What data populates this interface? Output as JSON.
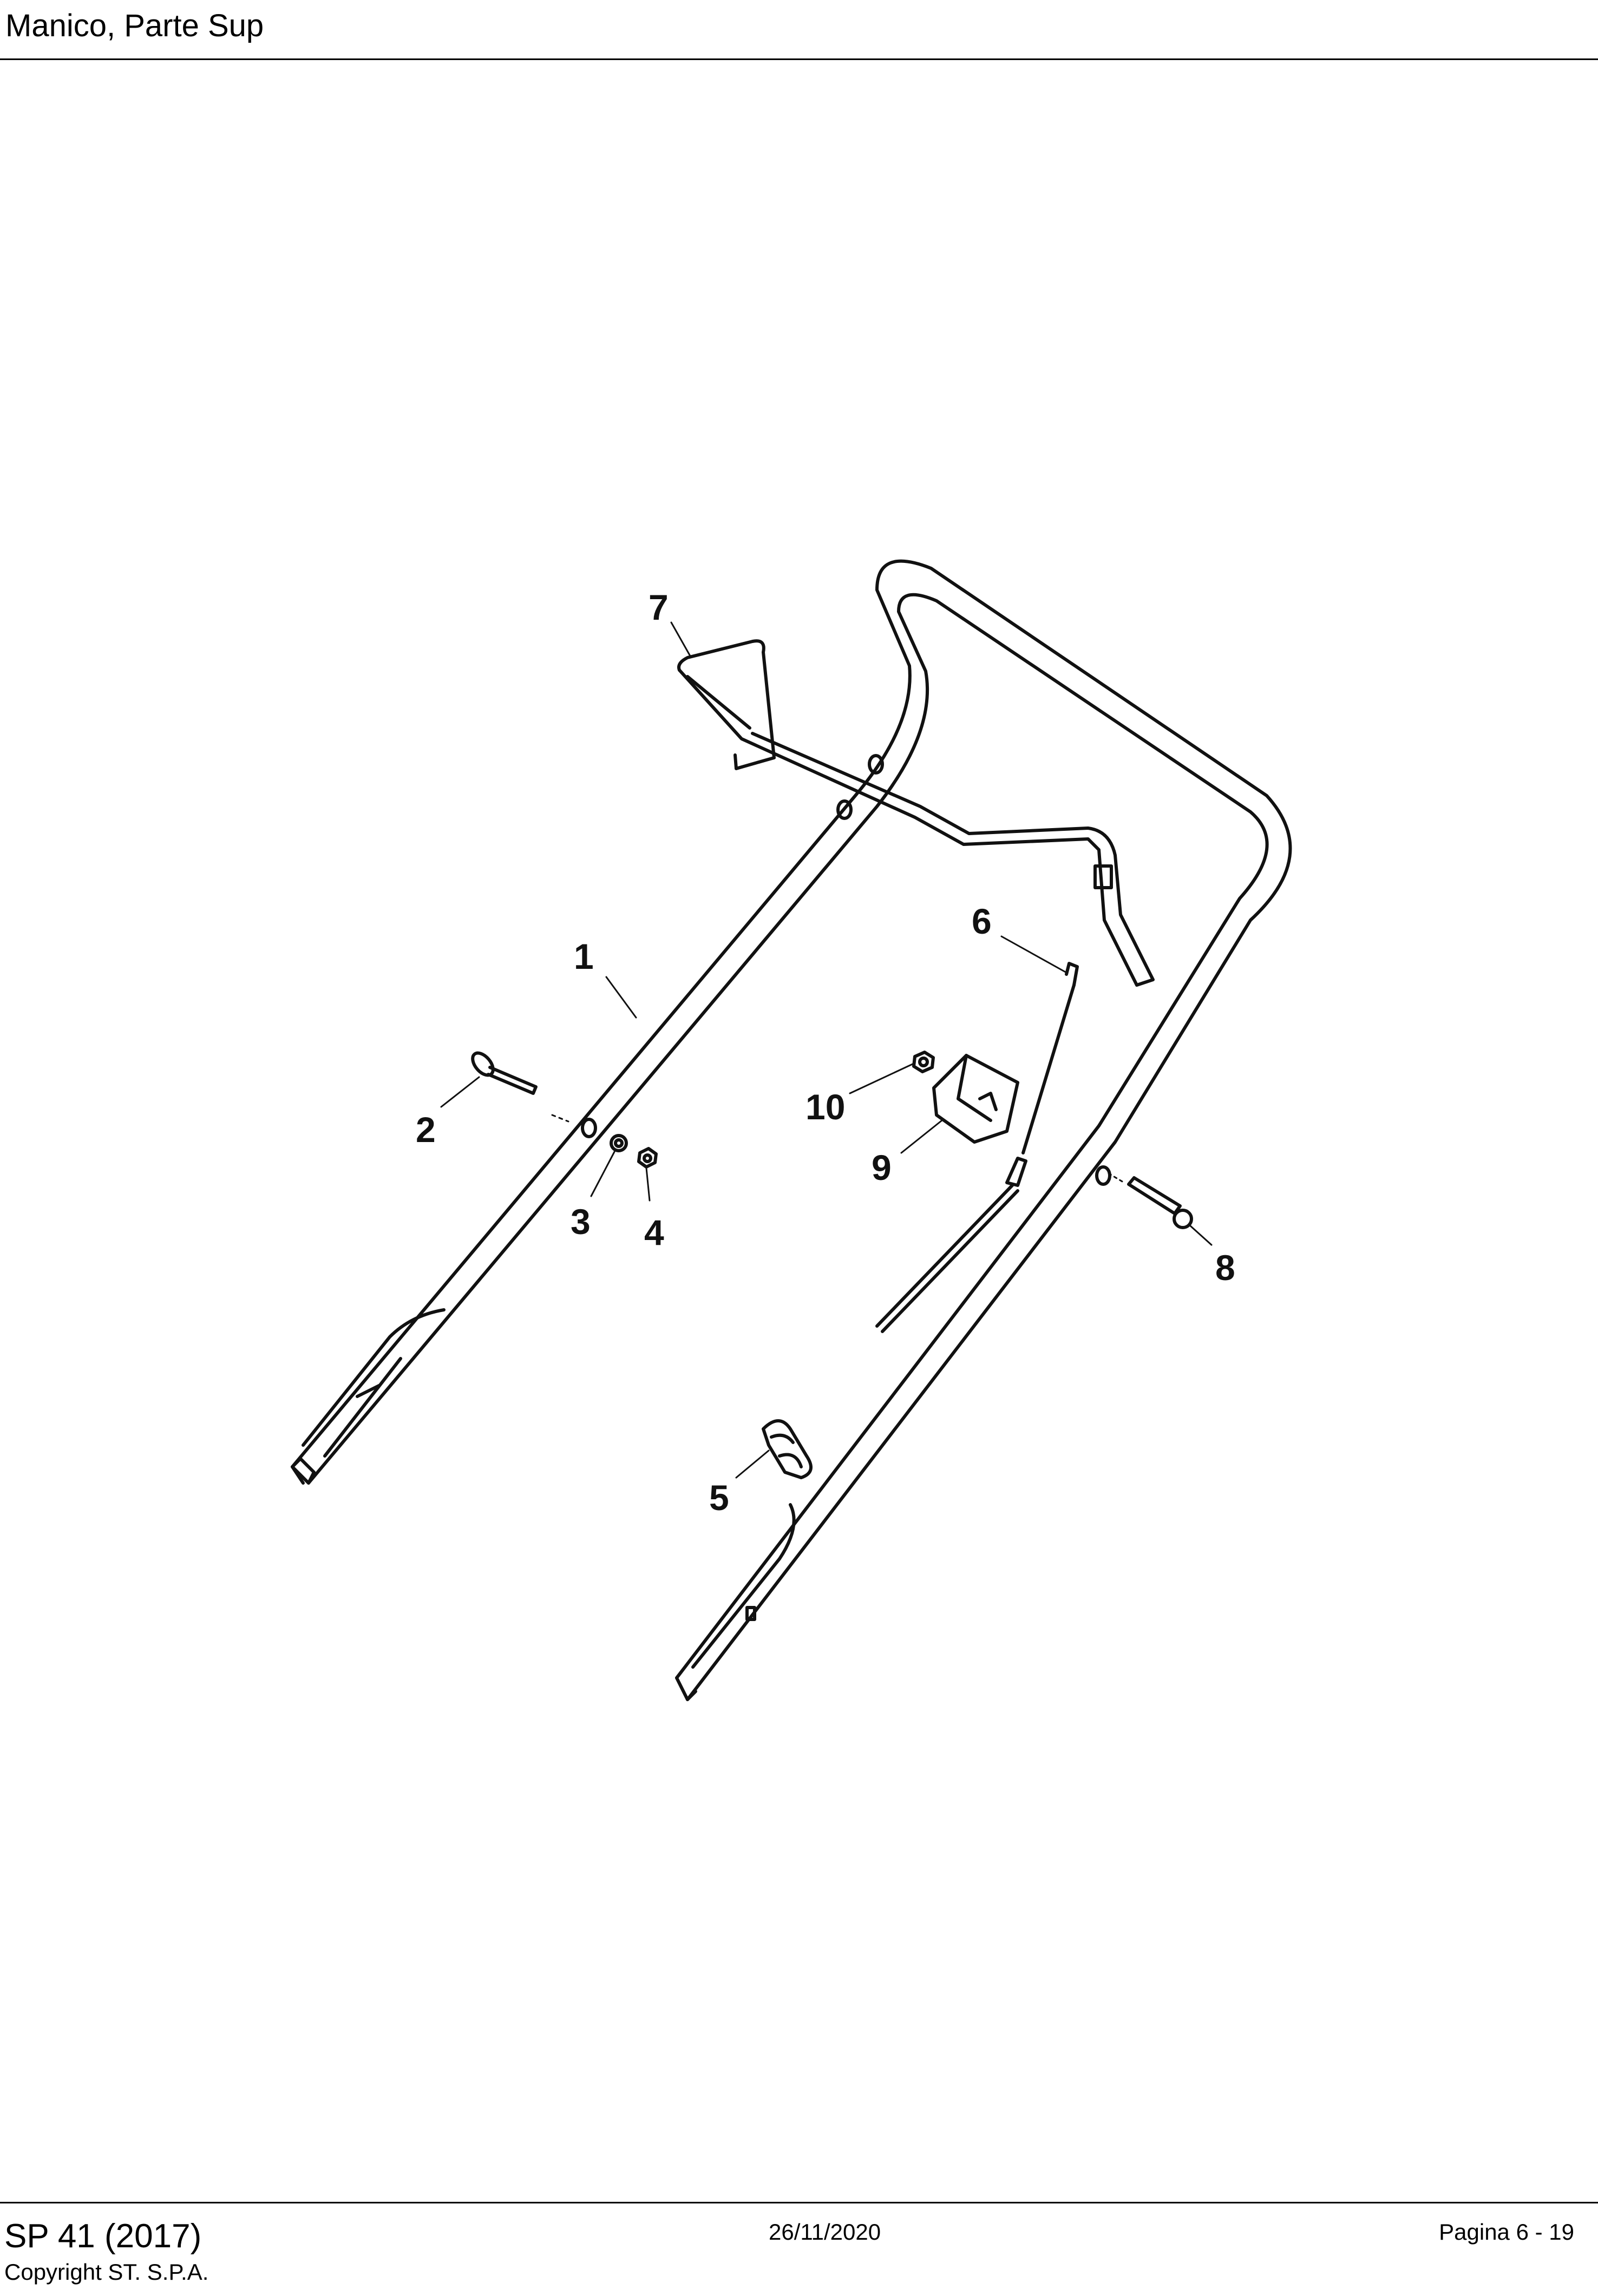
{
  "header": {
    "title": "Manico, Parte Sup"
  },
  "diagram": {
    "callouts": [
      {
        "id": "1",
        "label": "1",
        "part": "handle-frame"
      },
      {
        "id": "2",
        "label": "2",
        "part": "pin"
      },
      {
        "id": "3",
        "label": "3",
        "part": "washer"
      },
      {
        "id": "4",
        "label": "4",
        "part": "nut"
      },
      {
        "id": "5",
        "label": "5",
        "part": "cable-clip"
      },
      {
        "id": "6",
        "label": "6",
        "part": "control-cable"
      },
      {
        "id": "7",
        "label": "7",
        "part": "control-lever"
      },
      {
        "id": "8",
        "label": "8",
        "part": "screw"
      },
      {
        "id": "9",
        "label": "9",
        "part": "cable-guide"
      },
      {
        "id": "10",
        "label": "10",
        "part": "small-nut"
      }
    ]
  },
  "footer": {
    "model": "SP 41 (2017)",
    "copyright": "Copyright ST. S.P.A.",
    "date": "26/11/2020",
    "page": "Pagina 6 - 19"
  },
  "colors": {
    "line": "#111111",
    "background": "#ffffff"
  }
}
